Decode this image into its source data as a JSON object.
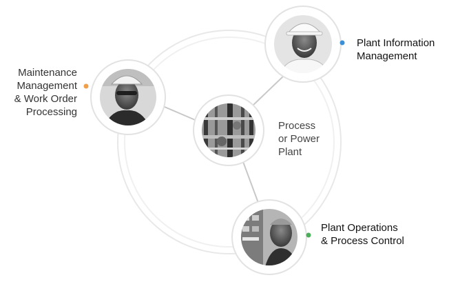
{
  "nodes": {
    "maintenance": {
      "lines": [
        "Maintenance",
        "Management",
        "& Work Order",
        "Processing"
      ],
      "image": "worker-in-hardhat-with-safety-glasses",
      "dot_color": "#f0a04b"
    },
    "process": {
      "lines": [
        "Process",
        "or Power",
        "Plant"
      ],
      "image": "industrial-plant-machinery"
    },
    "info": {
      "lines": [
        "Plant Information",
        "Management"
      ],
      "image": "smiling-worker-in-white-hardhat",
      "dot_color": "#3b8fd6"
    },
    "ops": {
      "lines": [
        "Plant Operations",
        "& Process Control"
      ],
      "image": "operator-at-control-panel",
      "dot_color": "#4cae5a"
    }
  },
  "colors": {
    "connector": "#c8c8c8",
    "orbit_ring": "#e6e6e6",
    "node_border": "#e2e2e2"
  }
}
